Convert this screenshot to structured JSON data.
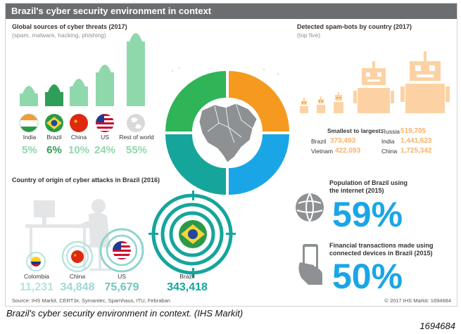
{
  "header": {
    "title": "Brazil's cyber security environment in context"
  },
  "threats": {
    "title": "Global sources of cyber threats (2017)",
    "subtitle": "(spam, malware, hacking, phishing)"
  },
  "spambots": {
    "title": "Detected spam-bots by country (2017)",
    "subtitle": "(top five)",
    "smallest_label": "Smallest to largest:"
  },
  "attacks": {
    "title": "Country of origin of cyber attacks in Brazil (2016)"
  },
  "internet": {
    "label_line1": "Population of Brazil using",
    "label_line2": "the internet (2015)",
    "value": "59%"
  },
  "transactions": {
    "label_line1": "Financial transactions made using",
    "label_line2": "connected devices in Brazil (2015)",
    "value": "50%"
  },
  "footer": {
    "source": "Source: IHS Markit, CERT.br, Symantec, Spamhaus, ITU, Febraban",
    "copyright": "© 2017 IHS Markit: 1694684"
  },
  "caption": "Brazil's cyber security environment in context. (IHS Markit)",
  "image_id": "1694684",
  "colors": {
    "green": "#8fd8ac",
    "green_dark": "#2f9e58",
    "orange": "#f6b26b",
    "teal": "#16a59b",
    "blue": "#1aa6e6",
    "gray": "#6b6e70"
  },
  "chart_data": [
    {
      "type": "bar",
      "title": "Global sources of cyber threats (2017)",
      "categories": [
        "India",
        "Brazil",
        "China",
        "US",
        "Rest of world"
      ],
      "values": [
        5,
        6,
        10,
        24,
        55
      ],
      "labels": [
        "5%",
        "6%",
        "10%",
        "24%",
        "55%"
      ],
      "unit": "%"
    },
    {
      "type": "bar",
      "title": "Detected spam-bots by country (2017)",
      "categories": [
        "Vietnam",
        "Brazil",
        "Russia",
        "India",
        "China"
      ],
      "values": [
        422093,
        373493,
        519705,
        1441623,
        1725342
      ],
      "labels": [
        "422,093",
        "373,493",
        "519,705",
        "1,441,623",
        "1,725,342"
      ]
    },
    {
      "type": "bar",
      "title": "Country of origin of cyber attacks in Brazil (2016)",
      "categories": [
        "Colombia",
        "China",
        "US",
        "Brazil"
      ],
      "values": [
        11231,
        34848,
        75679,
        343418
      ],
      "labels": [
        "11,231",
        "34,848",
        "75,679",
        "343,418"
      ]
    }
  ]
}
